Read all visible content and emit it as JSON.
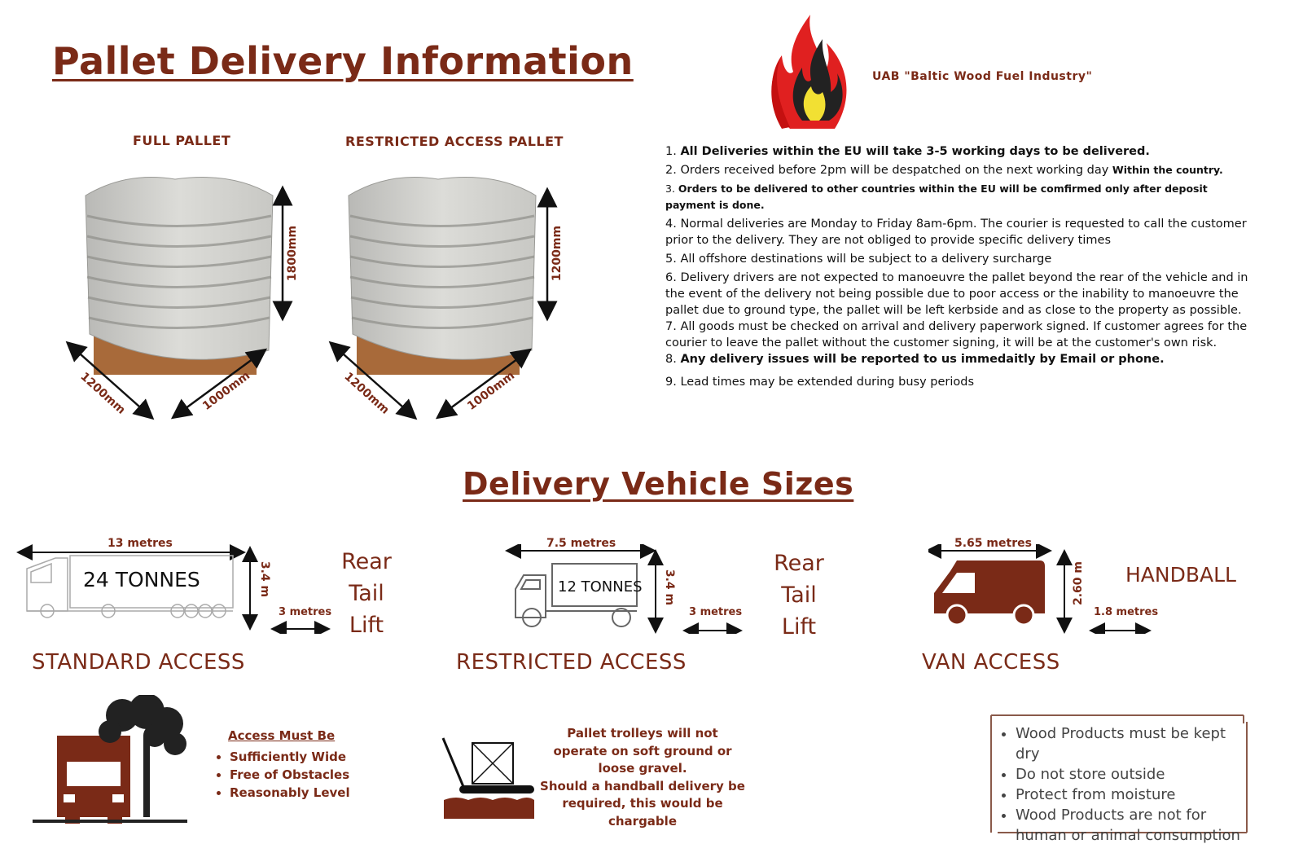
{
  "header": {
    "title": "Pallet Delivery Information",
    "company": "UAB \"Baltic Wood Fuel Industry\""
  },
  "pallets": [
    {
      "caption": "FULL PALLET",
      "height": "1800mm",
      "length": "1200mm",
      "width": "1000mm"
    },
    {
      "caption": "RESTRICTED ACCESS PALLET",
      "height": "1200mm",
      "length": "1200mm",
      "width": "1000mm"
    }
  ],
  "notes": [
    {
      "num": "1.",
      "text": "All Deliveries within the EU will take 3-5 working days to be delivered."
    },
    {
      "num": "2.",
      "text": "Orders received before 2pm will be despatched on the next working day",
      "extra": "Within the country."
    },
    {
      "num": "3.",
      "text": "Orders to be delivered to other countries within the EU will be comfirmed only after deposit payment is done."
    },
    {
      "num": "4.",
      "text": "Normal deliveries are Monday to Friday 8am-6pm. The courier is requested to call the customer prior to the delivery. They are not obliged to provide specific delivery times"
    },
    {
      "num": "5.",
      "text": "All offshore destinations will be subject to a delivery surcharge"
    },
    {
      "num": "6.",
      "text": "Delivery drivers are not expected to manoeuvre the pallet beyond the rear of the vehicle and in the event of the delivery not being possible due to poor access or the inability to manoeuvre the pallet due to ground type, the pallet will be left kerbside and as close to the property as possible."
    },
    {
      "num": "7.",
      "text": "All goods must be checked on arrival and delivery paperwork signed. If customer agrees for the courier to leave the pallet without the customer signing, it will be at the customer's own risk."
    },
    {
      "num": "8.",
      "text": "Any delivery issues will be reported to us immedaitly by Email or phone."
    },
    {
      "num": "9.",
      "text": "Lead times may be extended during busy periods"
    }
  ],
  "vehicles": {
    "title": "Delivery Vehicle Sizes",
    "items": [
      {
        "length": "13 metres",
        "label": "24 TONNES",
        "height": "3.4 m",
        "clearance": "3 metres",
        "method_lines": [
          "Rear",
          "Tail",
          "Lift"
        ],
        "access": "STANDARD ACCESS"
      },
      {
        "length": "7.5 metres",
        "label": "12 TONNES",
        "height": "3.4 m",
        "clearance": "3 metres",
        "method_lines": [
          "Rear",
          "Tail",
          "Lift"
        ],
        "access": "RESTRICTED ACCESS"
      },
      {
        "length": "5.65 metres",
        "label": "",
        "height": "2.60 m",
        "clearance": "1.8 metres",
        "method_lines": [
          "HANDBALL"
        ],
        "access": "VAN ACCESS"
      }
    ]
  },
  "requirements": {
    "title": "Access Must Be",
    "items": [
      "Sufficiently Wide",
      "Free of Obstacles",
      "Reasonably Level"
    ]
  },
  "trolley_note": {
    "lines": [
      "Pallet trolleys will not",
      "operate on soft ground or",
      "loose gravel.",
      "Should a handball delivery be",
      "required, this would be",
      "chargable"
    ]
  },
  "care": {
    "items": [
      "Wood Products must be kept dry",
      "Do not store outside",
      "Protect from moisture",
      "Wood Products are not for human or animal consumption"
    ]
  },
  "colors": {
    "accent": "#7a2a17",
    "flame_red": "#e02020",
    "flame_yellow": "#f2e033"
  }
}
